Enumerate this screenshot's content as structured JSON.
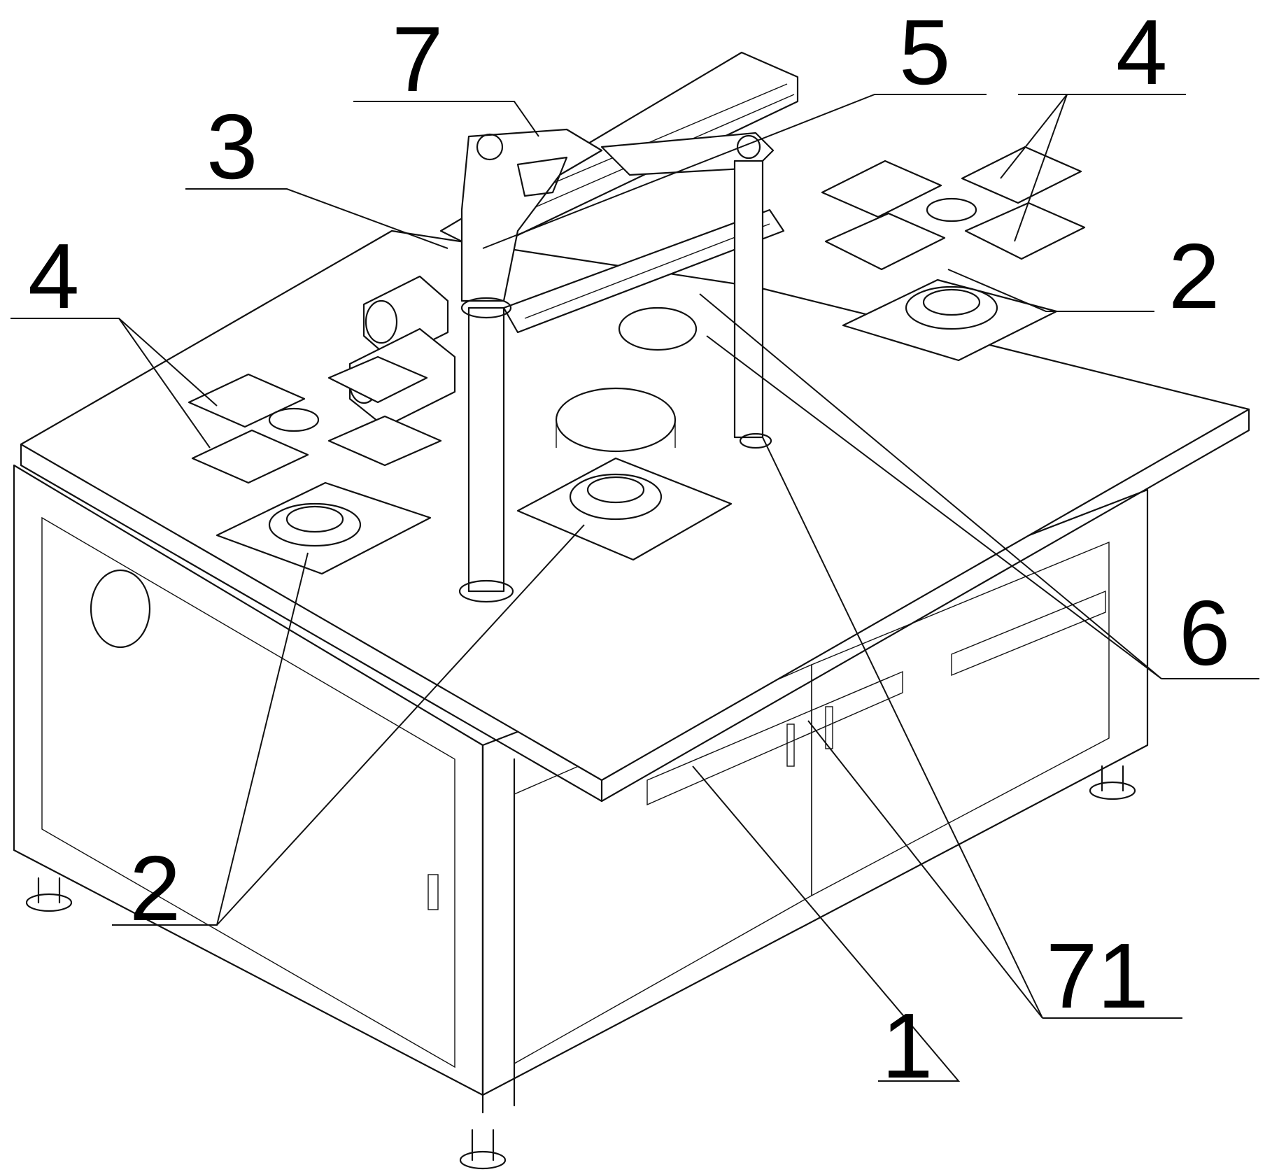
{
  "labels": {
    "l1": "1",
    "l2_left": "2",
    "l2_right": "2",
    "l3": "3",
    "l4_left": "4",
    "l4_right": "4",
    "l5": "5",
    "l6": "6",
    "l7": "7",
    "l71": "71"
  }
}
